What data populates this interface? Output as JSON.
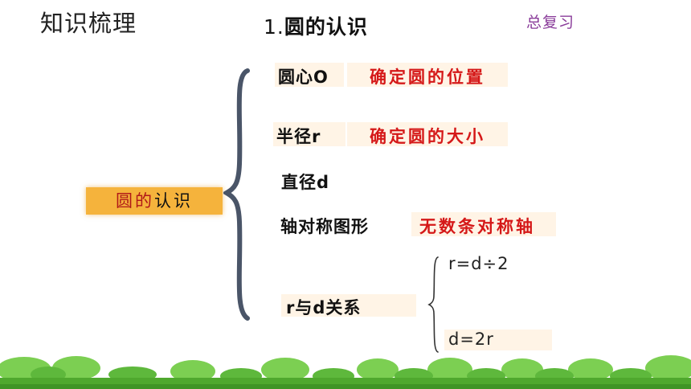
{
  "header": {
    "section_title": "知识梳理",
    "slide_number": "1.",
    "slide_title": "圆的认识",
    "tag": "总复习"
  },
  "main_label": {
    "part1": "圆的",
    "part2": "认识"
  },
  "items": [
    {
      "term": "圆心O",
      "note": "确定圆的位置"
    },
    {
      "term": "半径r",
      "note": "确定圆的大小"
    },
    {
      "term": "直径d",
      "note": ""
    },
    {
      "term": "轴对称图形",
      "note": "无数条对称轴"
    },
    {
      "term": "r与d关系",
      "note": ""
    }
  ],
  "relations": [
    "r=d÷2",
    "d=2r"
  ],
  "colors": {
    "accent_red": "#d51818",
    "label_orange": "#f5b33c",
    "tag_purple": "#8a3c9a",
    "brace_gray": "#4a5568",
    "grass_green": "#6cc24a"
  }
}
